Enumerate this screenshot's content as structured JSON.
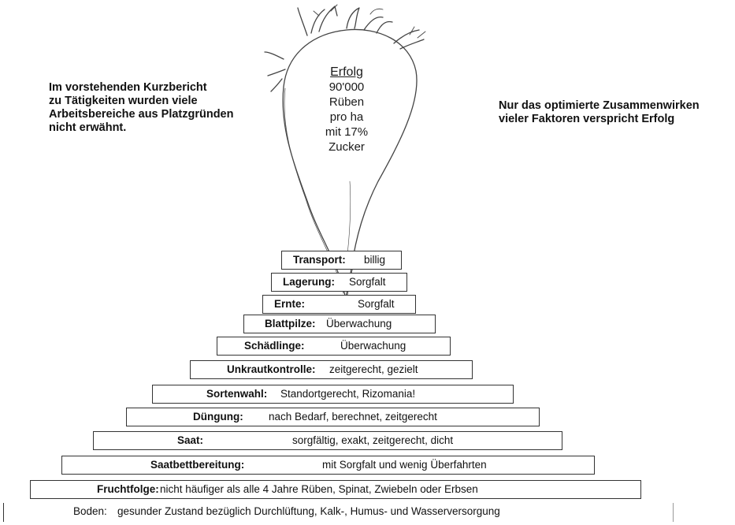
{
  "note_left": {
    "lines": [
      "Im vorstehenden Kurzbericht",
      "zu Tätigkeiten wurden viele",
      "Arbeitsbereiche aus Platzgründen",
      "nicht erwähnt."
    ]
  },
  "note_right": {
    "lines": [
      "Nur das optimierte Zusammenwirken",
      "vieler Faktoren verspricht Erfolg"
    ]
  },
  "beet": {
    "title": "Erfolg",
    "lines": [
      "90'000",
      "Rüben",
      "pro ha",
      "mit 17%",
      "Zucker"
    ]
  },
  "steps": [
    {
      "label": "Transport:",
      "value": "billig"
    },
    {
      "label": "Lagerung:",
      "value": "Sorgfalt"
    },
    {
      "label": "Ernte:",
      "value": "Sorgfalt"
    },
    {
      "label": "Blattpilze:",
      "value": "Überwachung"
    },
    {
      "label": "Schädlinge:",
      "value": "Überwachung"
    },
    {
      "label": "Unkrautkontrolle:",
      "value": "zeitgerecht, gezielt"
    },
    {
      "label": "Sortenwahl:",
      "value": "Standortgerecht, Rizomania!"
    },
    {
      "label": "Düngung:",
      "value": "nach Bedarf, berechnet, zeitgerecht"
    },
    {
      "label": "Saat:",
      "value": "sorgfältig, exakt, zeitgerecht, dicht"
    },
    {
      "label": "Saatbettbereitung:",
      "value": "mit Sorgfalt und wenig Überfahrten"
    },
    {
      "label": "Fruchtfolge:",
      "value": "nicht häufiger als alle 4 Jahre Rüben, Spinat, Zwiebeln oder Erbsen"
    },
    {
      "label": "Boden:",
      "value": "gesunder Zustand bezüglich Durchlüftung, Kalk-, Humus- und Wasserversorgung"
    }
  ]
}
